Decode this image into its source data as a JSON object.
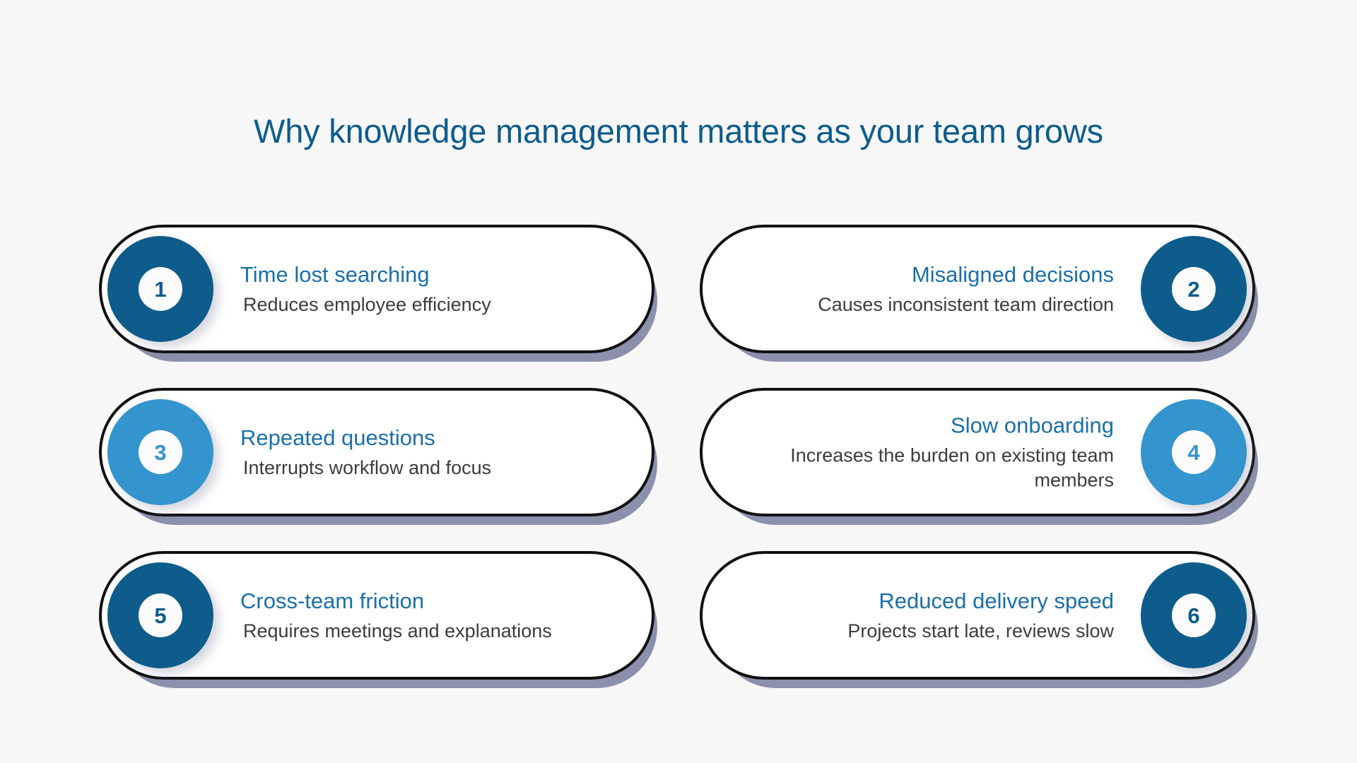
{
  "page": {
    "background_color": "#f7f7f8",
    "title": "Why knowledge management matters as your team grows",
    "title_color": "#0d5c8c"
  },
  "theme": {
    "dark_blue": "#0d5c8c",
    "light_blue": "#3394ce",
    "card_title_color": "#1a6fa8",
    "card_desc_color": "#3c3c3c",
    "card_border_color": "#111111",
    "card_background": "#ffffff",
    "card_shadow_color": "#8b90ad"
  },
  "cards": [
    {
      "number": "1",
      "title": "Time lost searching",
      "description": "Reduces employee efficiency",
      "badge_color": "#0d5c8c",
      "badge_side": "left",
      "align": "left"
    },
    {
      "number": "2",
      "title": "Misaligned decisions",
      "description": "Causes inconsistent team direction",
      "badge_color": "#0d5c8c",
      "badge_side": "right",
      "align": "right"
    },
    {
      "number": "3",
      "title": "Repeated questions",
      "description": "Interrupts workflow and focus",
      "badge_color": "#3394ce",
      "badge_side": "left",
      "align": "left"
    },
    {
      "number": "4",
      "title": "Slow onboarding",
      "description": "Increases the burden on existing team members",
      "badge_color": "#3394ce",
      "badge_side": "right",
      "align": "right"
    },
    {
      "number": "5",
      "title": "Cross-team friction",
      "description": "Requires meetings and explanations",
      "badge_color": "#0d5c8c",
      "badge_side": "left",
      "align": "left"
    },
    {
      "number": "6",
      "title": "Reduced delivery speed",
      "description": "Projects start late, reviews slow",
      "badge_color": "#0d5c8c",
      "badge_side": "right",
      "align": "right"
    }
  ]
}
